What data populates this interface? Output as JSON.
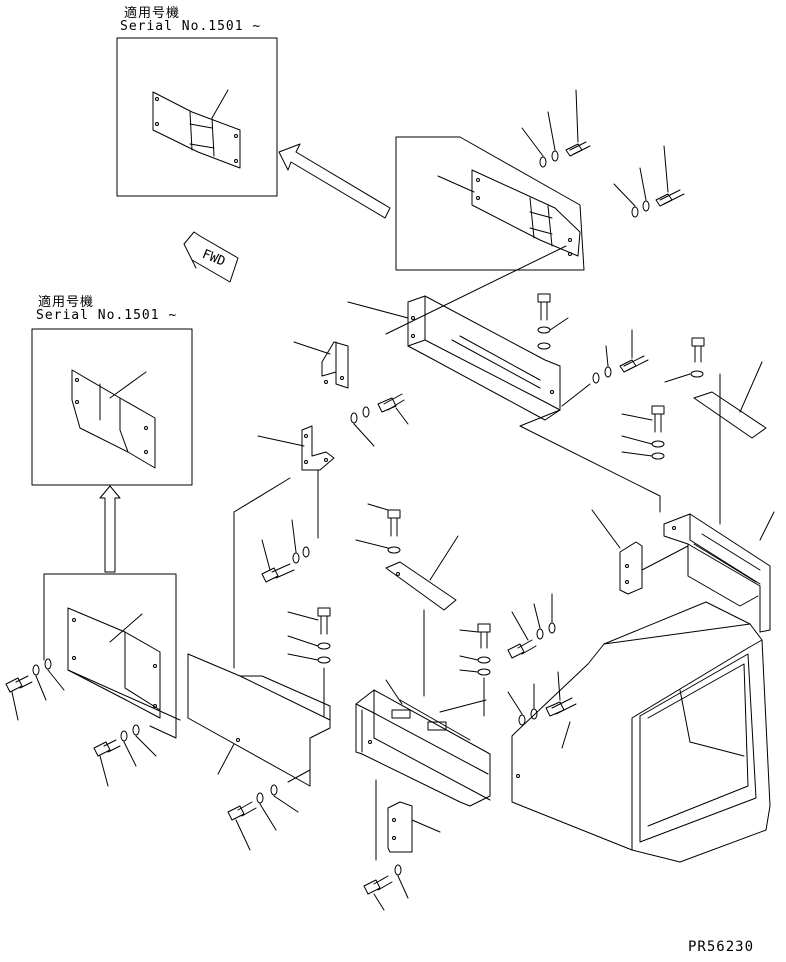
{
  "inset_top": {
    "applicability": "適用号機",
    "serial": "Serial No.1501 ~"
  },
  "inset_left": {
    "applicability": "適用号機",
    "serial": "Serial No.1501 ~"
  },
  "fwd_label": "FWD",
  "drawing_code": "PR56230"
}
